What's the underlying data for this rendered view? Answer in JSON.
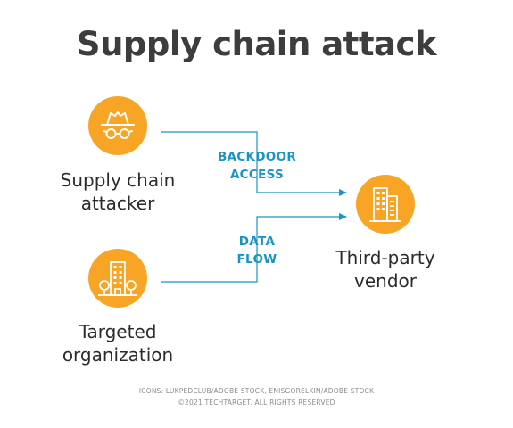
{
  "title": "Supply chain attack",
  "colors": {
    "accent_orange": "#F8A526",
    "connector_blue": "#1A94C4",
    "title_gray": "#3D3D3D"
  },
  "nodes": {
    "attacker": {
      "label_line1": "Supply chain",
      "label_line2": "attacker",
      "icon": "spy-icon"
    },
    "organization": {
      "label_line1": "Targeted",
      "label_line2": "organization",
      "icon": "building-trees-icon"
    },
    "vendor": {
      "label_line1": "Third-party",
      "label_line2": "vendor",
      "icon": "office-building-icon"
    }
  },
  "flows": {
    "backdoor": {
      "line1": "BACKDOOR",
      "line2": "ACCESS"
    },
    "data": {
      "line1": "DATA",
      "line2": "FLOW"
    }
  },
  "credits": {
    "line1": "ICONS: LUKPEDCLUB/ADOBE STOCK, ENISGORELKIN/ADOBE STOCK",
    "line2": "©2021 TECHTARGET. ALL RIGHTS RESERVED"
  }
}
